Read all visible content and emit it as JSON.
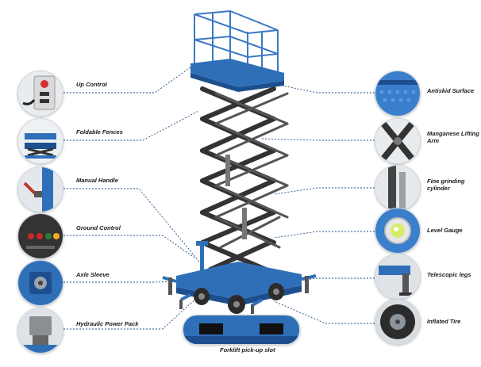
{
  "colors": {
    "lift_blue": "#2f6fb8",
    "dark_blue": "#1d4f8f",
    "arm_black": "#3a3a3a",
    "connector": "#1f4f86"
  },
  "left_features": [
    {
      "label": "Up Control",
      "icon": "up-control-thumb"
    },
    {
      "label": "Foldable Fences",
      "icon": "foldable-fences-thumb"
    },
    {
      "label": "Manual Handle",
      "icon": "manual-handle-thumb"
    },
    {
      "label": "Ground Control",
      "icon": "ground-control-thumb"
    },
    {
      "label": "Axle Sleeve",
      "icon": "axle-sleeve-thumb"
    },
    {
      "label": "Hydraulic Power Pack",
      "icon": "hydraulic-power-pack-thumb"
    }
  ],
  "right_features": [
    {
      "label": "Antiskid Surface",
      "icon": "antiskid-surface-thumb"
    },
    {
      "label": "Manganese Lifting Arm",
      "icon": "lifting-arm-thumb"
    },
    {
      "label": "Fine grinding cylinder",
      "icon": "cylinder-thumb"
    },
    {
      "label": "Level Gauge",
      "icon": "level-gauge-thumb"
    },
    {
      "label": "Telescopic legs",
      "icon": "telescopic-legs-thumb"
    },
    {
      "label": "Inflated Tire",
      "icon": "inflated-tire-thumb"
    }
  ],
  "bottom_feature": {
    "label": "Forklift pick-up slot",
    "icon": "forklift-slot-thumb"
  }
}
